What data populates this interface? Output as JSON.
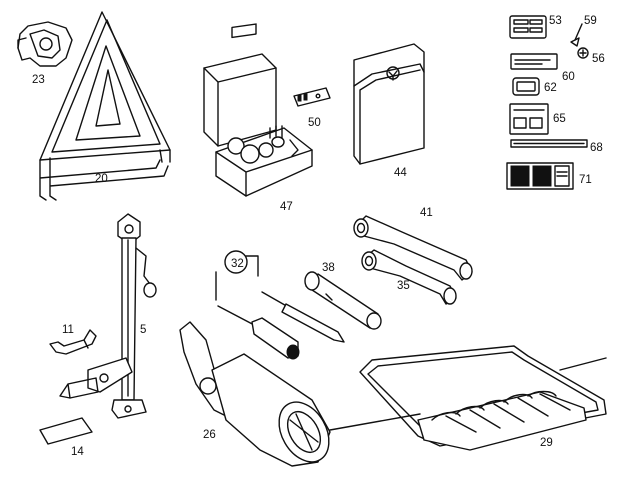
{
  "parts": [
    {
      "id": "p23",
      "label": "23",
      "name": "tow-hook-holder"
    },
    {
      "id": "p20",
      "label": "20",
      "name": "warning-triangle"
    },
    {
      "id": "p47",
      "label": "47",
      "name": "bulb-kit-box"
    },
    {
      "id": "p50",
      "label": "50",
      "name": "fuse-clip"
    },
    {
      "id": "p44",
      "label": "44",
      "name": "document-wallet"
    },
    {
      "id": "p53",
      "label": "53",
      "name": "sticker"
    },
    {
      "id": "p59",
      "label": "59",
      "name": "screw"
    },
    {
      "id": "p56",
      "label": "56",
      "name": "washer-screw"
    },
    {
      "id": "p60",
      "label": "60",
      "name": "label-plate"
    },
    {
      "id": "p62",
      "label": "62",
      "name": "small-label"
    },
    {
      "id": "p65",
      "label": "65",
      "name": "info-card"
    },
    {
      "id": "p68",
      "label": "68",
      "name": "strip-label"
    },
    {
      "id": "p71",
      "label": "71",
      "name": "symbol-label"
    },
    {
      "id": "p41",
      "label": "41",
      "name": "wheel-wrench-long"
    },
    {
      "id": "p35",
      "label": "35",
      "name": "wheel-wrench-short"
    },
    {
      "id": "p38",
      "label": "38",
      "name": "socket-tool"
    },
    {
      "id": "p32",
      "label": "32",
      "name": "screwdriver-set"
    },
    {
      "id": "p11",
      "label": "11",
      "name": "clamp"
    },
    {
      "id": "p5",
      "label": "5",
      "name": "jack"
    },
    {
      "id": "p14",
      "label": "14",
      "name": "instruction-card"
    },
    {
      "id": "p26",
      "label": "26",
      "name": "tool-roll-bag"
    },
    {
      "id": "p29",
      "label": "29",
      "name": "tool-pouch-mat"
    }
  ]
}
